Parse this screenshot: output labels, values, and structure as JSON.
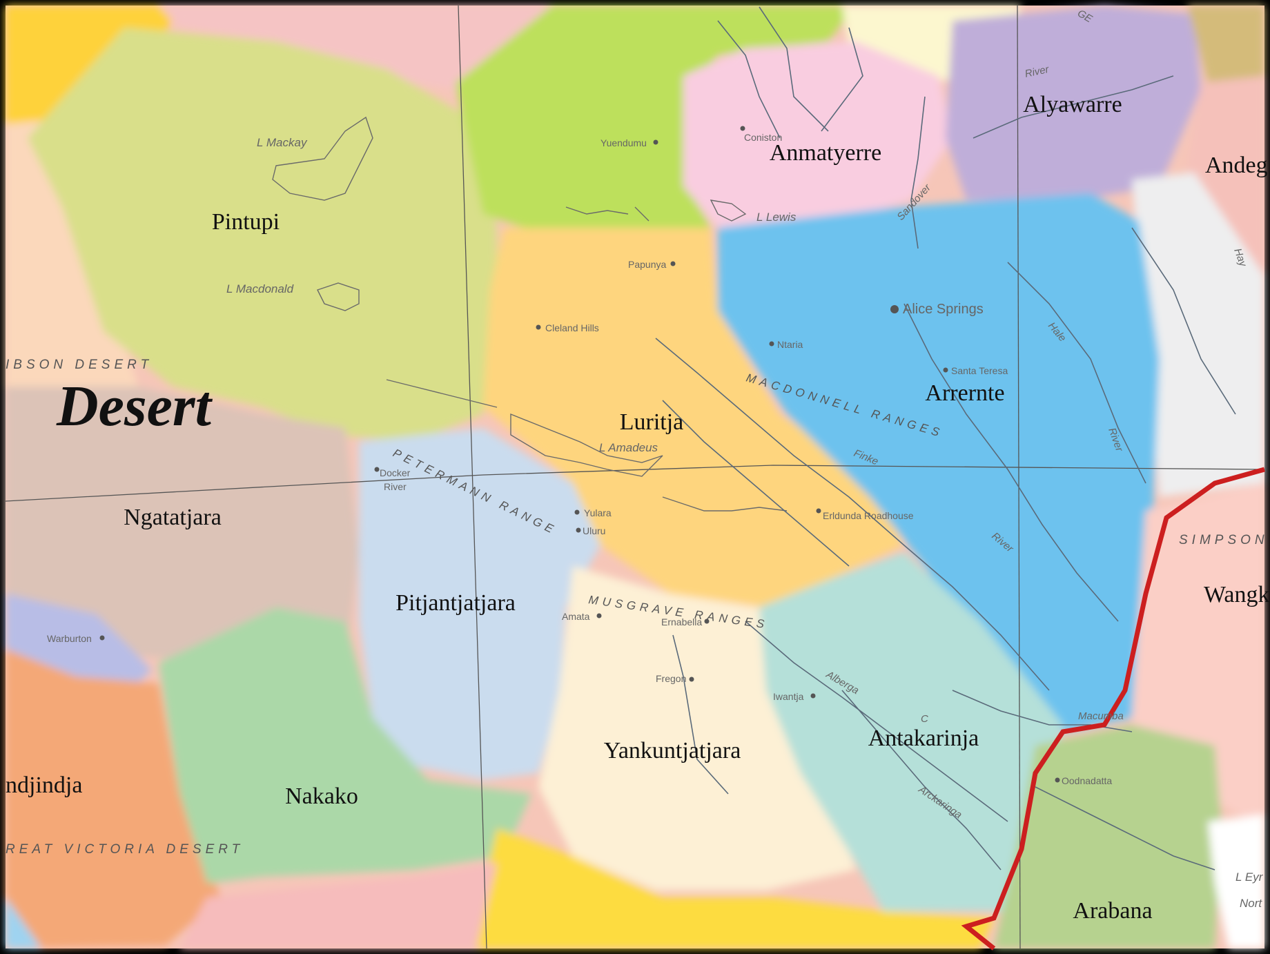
{
  "regions": {
    "pintupi": "Pintupi",
    "anmatyerre": "Anmatyerre",
    "alyawarre": "Alyawarre",
    "andeg": "Andeg",
    "luritja": "Luritja",
    "arrernte": "Arrernte",
    "ngatatjara": "Ngatatjara",
    "pitjantjatjara": "Pitjantjatjara",
    "wangk": "Wangk",
    "yankuntjatjara": "Yankuntjatjara",
    "antakarinja": "Antakarinja",
    "ndjindja": "ndjindja",
    "nakako": "Nakako",
    "arabana": "Arabana"
  },
  "desert_big": "Desert",
  "desert_labels": {
    "gibson": "IBSON DESERT",
    "great_victoria": "REAT VICTORIA DESERT",
    "simpson": "SIMPSON"
  },
  "ranges": {
    "macdonnell": "MACDONNELL RANGES",
    "petermann": "PETERMANN RANGE",
    "musgrave": "MUSGRAVE RANGES"
  },
  "lakes": {
    "mackay": "L Mackay",
    "macdonald": "L Macdonald",
    "lewis": "L Lewis",
    "amadeus": "L Amadeus",
    "eyre": "L Eyr",
    "eyre_north": "Nort"
  },
  "towns": {
    "alice_springs": "Alice Springs",
    "yuendumu": "Yuendumu",
    "coniston": "Coniston",
    "papunya": "Papunya",
    "cleland_hills": "Cleland Hills",
    "ntaria": "Ntaria",
    "santa_teresa": "Santa Teresa",
    "docker": "Docker",
    "docker_river": "River",
    "yulara": "Yulara",
    "uluru": "Uluru",
    "erldunda": "Erldunda Roadhouse",
    "amata": "Amata",
    "ernabella": "Ernabella",
    "fregon": "Fregon",
    "iwantja": "Iwantja",
    "warburton": "Warburton",
    "oodnadatta": "Oodnadatta"
  },
  "rivers": {
    "sandover": "Sandover",
    "river_top": "River",
    "hale": "Hale",
    "hale_river": "River",
    "hay": "Hay",
    "finke": "Finke",
    "finke_river": "River",
    "alberga": "Alberga",
    "arckaringa": "Arckaringa",
    "macumba": "Macumba",
    "ge": "GE",
    "c": "C"
  },
  "colors": {
    "pintupi": "#d9df8a",
    "anmatyerre": "#f9cde0",
    "alyawarre": "#bfaed9",
    "luritja": "#fed57e",
    "arrernte": "#6dc2ee",
    "ngatatjara": "#dcc3b7",
    "pitjantjatjara": "#cadcee",
    "yankuntjatjara": "#fdf0d5",
    "antakarinja": "#b5e0d9",
    "nakako": "#abd8a8",
    "arabana": "#b6d28f",
    "wangk": "#fbcfc6",
    "border": "#cc1f1f"
  }
}
